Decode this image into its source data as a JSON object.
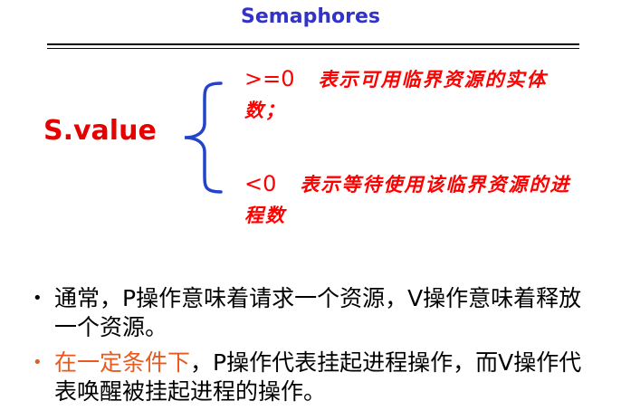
{
  "slide": {
    "title": "Semaphores",
    "variable": "S.value",
    "cases": [
      {
        "condition": ">=0",
        "description": "表示可用临界资源的实体数；"
      },
      {
        "condition": "<0",
        "description": "表示等待使用该临界资源的进程数"
      }
    ],
    "bullets": [
      {
        "marker": "•",
        "text": "通常，P操作意味着请求一个资源，V操作意味着释放一个资源。"
      },
      {
        "marker": "•",
        "highlight": "在一定条件下",
        "rest": "，P操作代表挂起进程操作，而V操作代表唤醒被挂起进程的操作。"
      }
    ]
  },
  "colors": {
    "title": "#3333cc",
    "variable": "#e60000",
    "cases": "#ff0000",
    "brace": "#2244cc",
    "highlight": "#e85a1e",
    "body_text": "#000000"
  }
}
